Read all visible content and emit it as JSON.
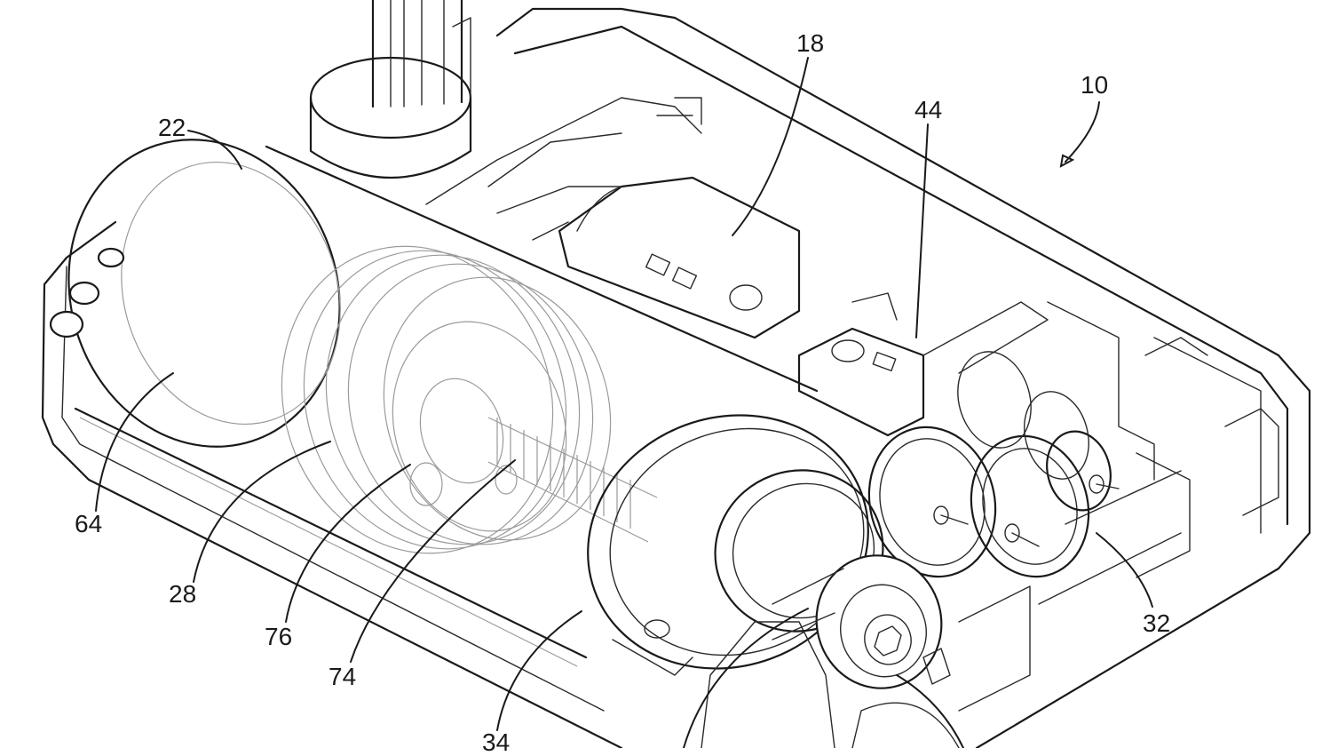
{
  "figure": {
    "reference_numerals": {
      "housing_assembly": "10",
      "motor": "18",
      "tube": "22",
      "piston": "28",
      "gear_train": "32",
      "end_cap": "34",
      "bracket": "44",
      "end_face": "64",
      "lead_screw": "74",
      "nut": "76"
    }
  }
}
